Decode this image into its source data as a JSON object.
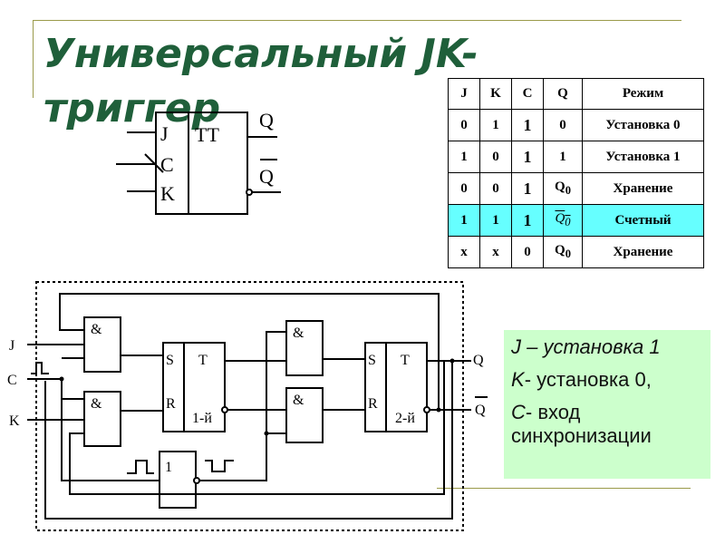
{
  "title": {
    "line1": "Универсальный JK-",
    "line2": "триггер"
  },
  "symbol": {
    "inputs": [
      "J",
      "C",
      "K"
    ],
    "type": "TT",
    "outputs": [
      "Q",
      "Q"
    ]
  },
  "truth_table": {
    "headers": [
      "J",
      "K",
      "C",
      "Q",
      "Режим"
    ],
    "rows": [
      {
        "j": "0",
        "k": "1",
        "c": "1",
        "q": "0",
        "mode": "Установка 0"
      },
      {
        "j": "1",
        "k": "0",
        "c": "1",
        "q": "1",
        "mode": "Установка 1"
      },
      {
        "j": "0",
        "k": "0",
        "c": "1",
        "q": "Q",
        "q_sub": "0",
        "mode": "Хранение"
      },
      {
        "j": "1",
        "k": "1",
        "c": "1",
        "q": "Q",
        "q_sub": "0",
        "mode": "Счетный"
      },
      {
        "j": "x",
        "k": "x",
        "c": "0",
        "q": "Q",
        "q_sub": "0",
        "mode": "Хранение"
      }
    ],
    "highlight_color": "#66ffff"
  },
  "circuit": {
    "inputs": [
      "J",
      "C",
      "K"
    ],
    "and_label": "&",
    "not_label": "1",
    "flipflop_labels": {
      "s": "S",
      "r": "R",
      "t": "T"
    },
    "ff1_name": "1-й",
    "ff2_name": "2-й",
    "outputs": [
      "Q",
      "Q"
    ]
  },
  "legend": {
    "line1": "J – установка 1",
    "line2_sym": "K",
    "line2_text": "- установка 0,",
    "line3_sym": "C",
    "line3_text": "- вход",
    "line4": "синхронизации",
    "background": "#ccffcc"
  },
  "colors": {
    "title": "#1f5f3a",
    "frame": "#9a9a4a"
  }
}
